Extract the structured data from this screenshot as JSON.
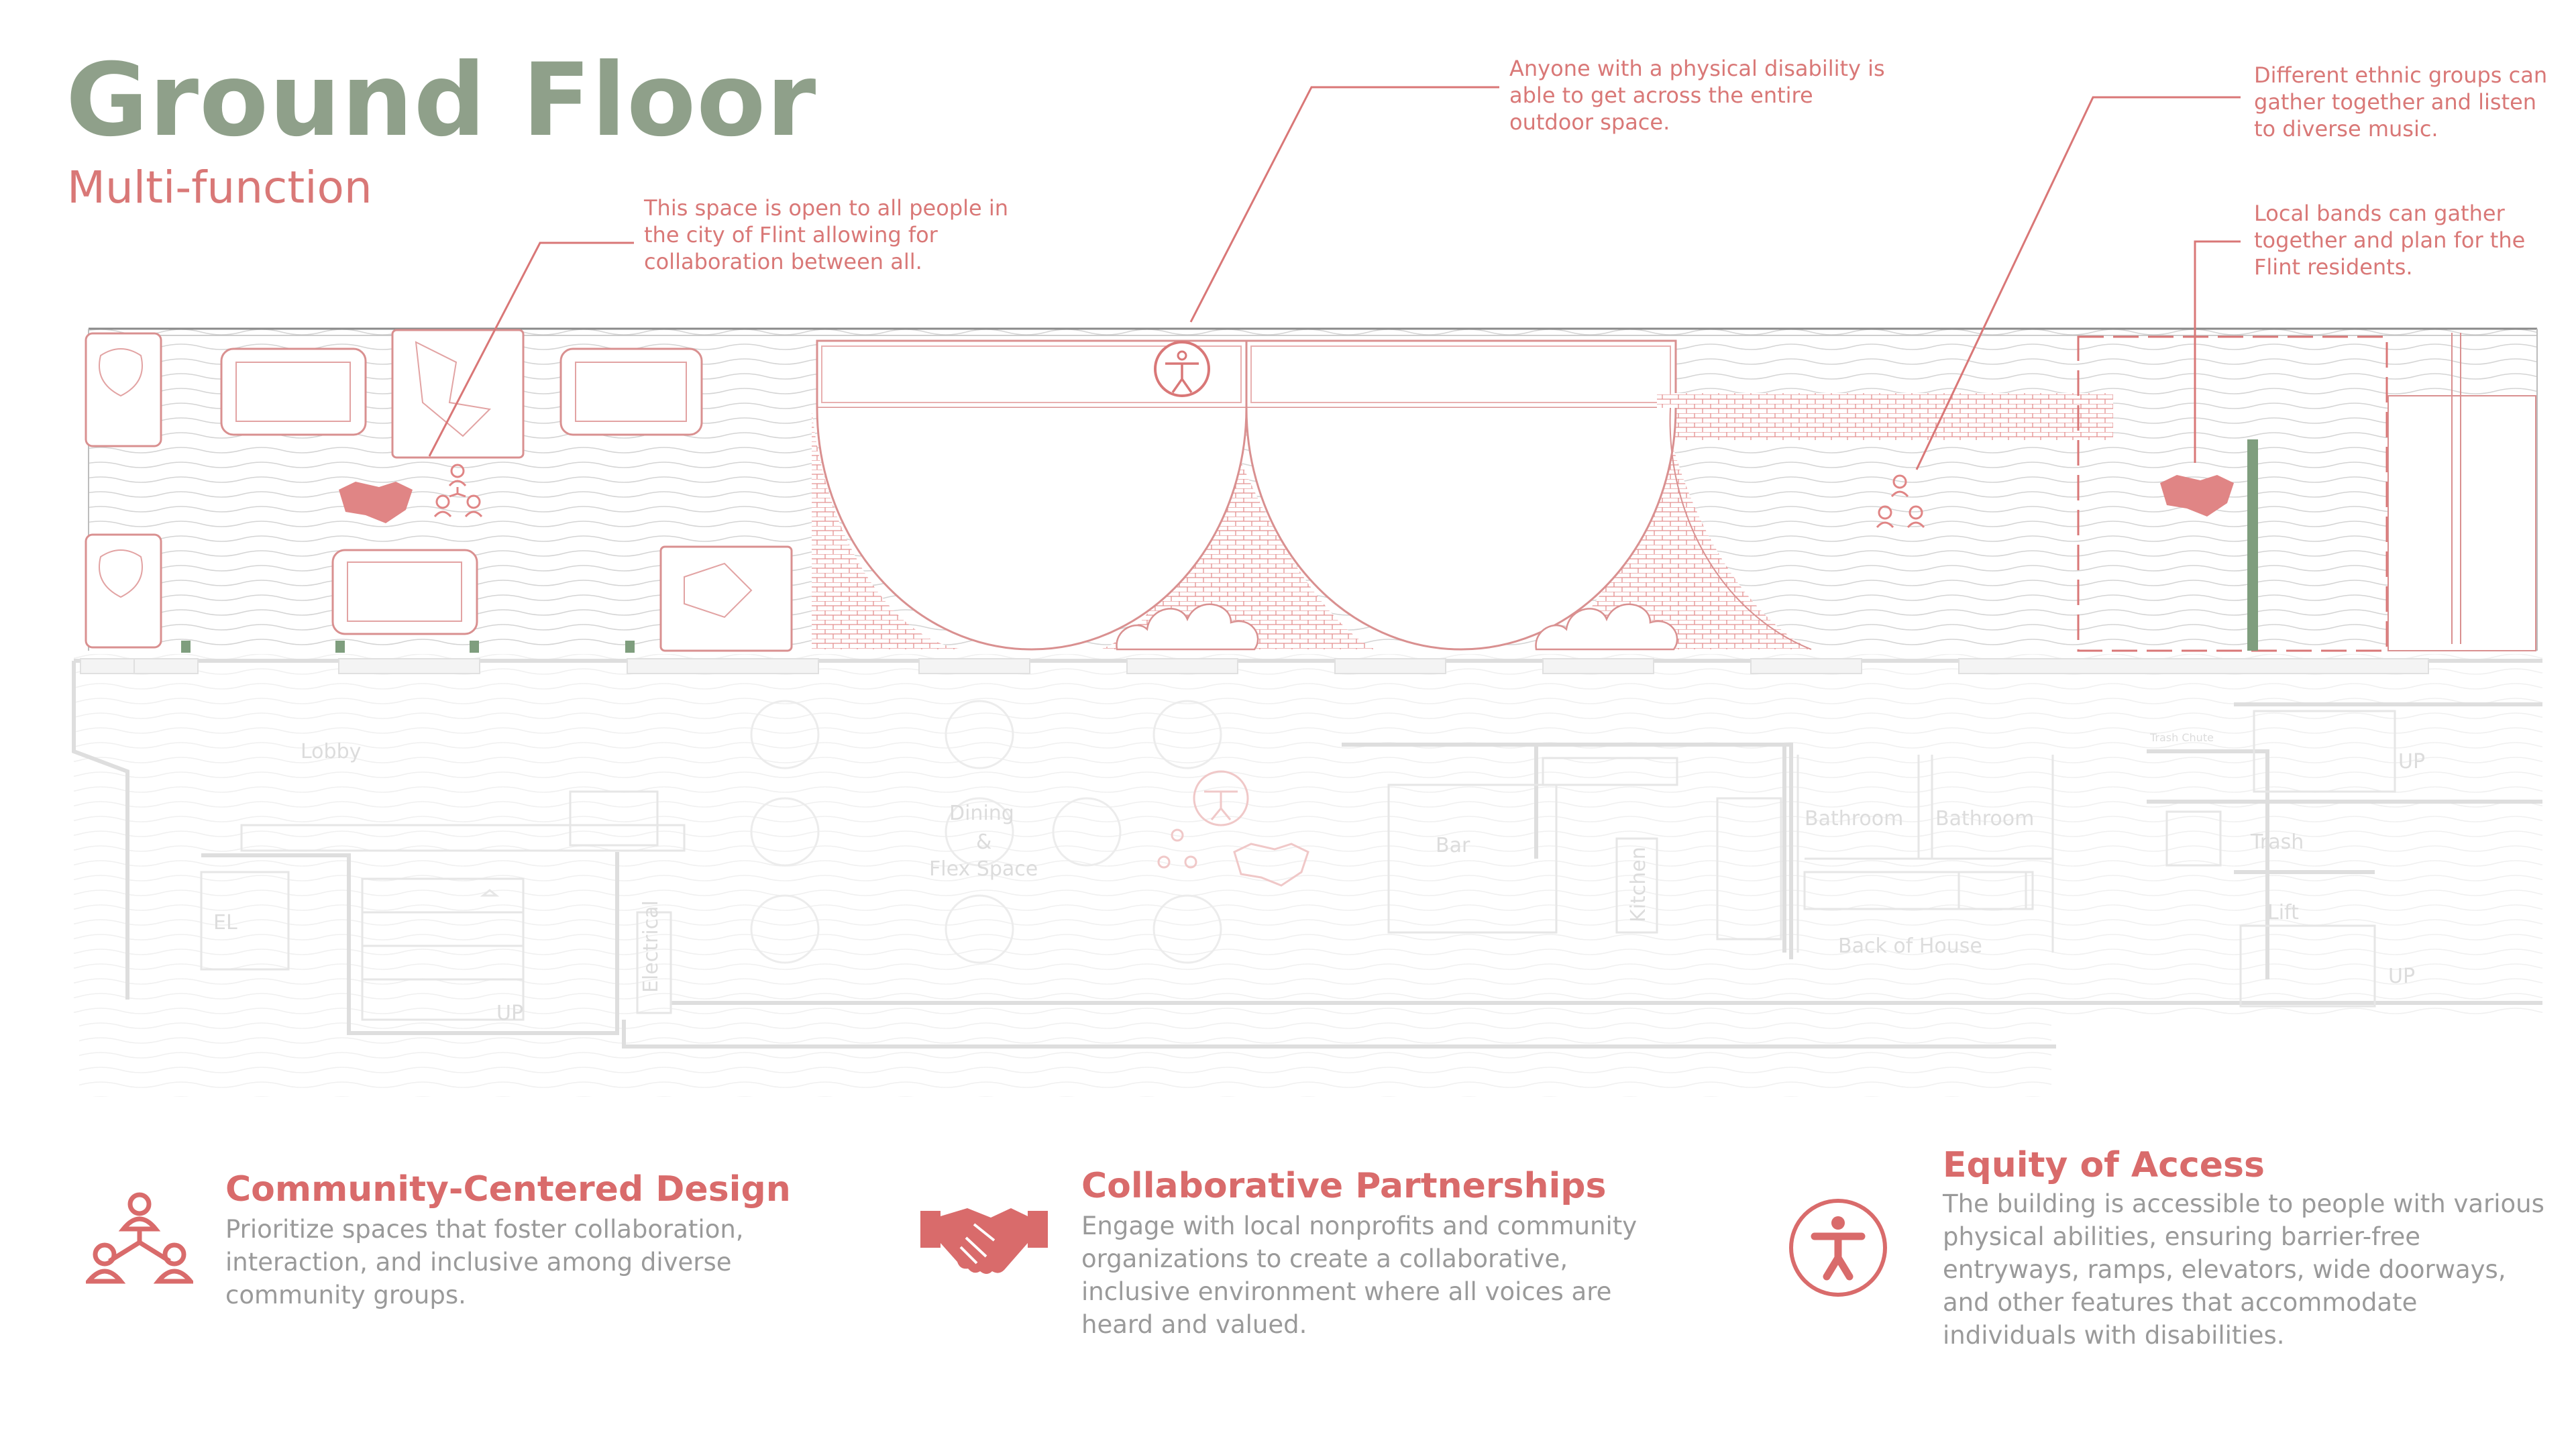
{
  "header": {
    "title": "Ground Floor",
    "subtitle": "Multi-function"
  },
  "annotations": {
    "open_space": "This space is open to all people in the city of Flint allowing for collaboration between all.",
    "disability_access": "Anyone with a physical disability is able to get across the entire outdoor space.",
    "ethnic_groups": "Different ethnic groups can gather together and listen to diverse music.",
    "local_bands": "Local bands can gather together and plan for the Flint residents."
  },
  "rooms": {
    "lobby": "Lobby",
    "dining_1": "Dining",
    "dining_2": "&",
    "dining_3": "Flex Space",
    "bar": "Bar",
    "kitchen": "Kitchen",
    "bathroom_1": "Bathroom",
    "bathroom_2": "Bathroom",
    "back_of_house": "Back of House",
    "trash": "Trash",
    "trash_chute": "Trash Chute",
    "lift": "Lift",
    "up_1": "UP",
    "up_2": "UP",
    "up_3": "UP",
    "el": "EL",
    "electrical": "Electrical"
  },
  "legend": [
    {
      "icon": "community-network-icon",
      "title": "Community-Centered Design",
      "body": "Prioritize spaces that foster collaboration, interaction, and inclusive among diverse community groups."
    },
    {
      "icon": "handshake-icon",
      "title": "Collaborative Partnerships",
      "body": "Engage with local nonprofits and community organizations to create a collaborative, inclusive environment where all voices are heard and valued."
    },
    {
      "icon": "accessibility-icon",
      "title": "Equity  of Access",
      "body": "The building is accessible to people with various physical abilities, ensuring barrier-free entryways, ramps, elevators, wide doorways, and other features that accommodate individuals with disabilities."
    }
  ],
  "colors": {
    "title": "#8FA08A",
    "accent": "#D97877",
    "body_text": "#9a9a9a",
    "plan_line": "#bdbdbd",
    "faded_line": "#e3e3e3",
    "green_post": "#7f9e7e"
  }
}
